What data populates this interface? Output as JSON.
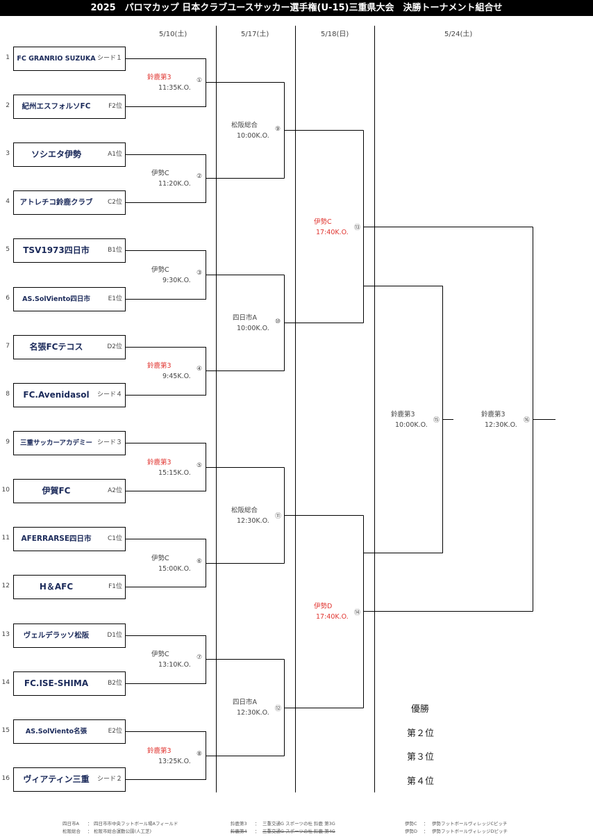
{
  "title": "2025　パロマカップ 日本クラブユースサッカー選手権(U-15)三重県大会　決勝トーナメント組合せ",
  "dates": [
    "5/10(土)",
    "5/17(土)",
    "5/18(日)",
    "5/24(土)"
  ],
  "teams": [
    {
      "no": "1",
      "name": "FC GRANRIO SUZUKA",
      "seed": "シード１"
    },
    {
      "no": "2",
      "name": "紀州エスフォルソFC",
      "seed": "F2位"
    },
    {
      "no": "3",
      "name": "ソシエタ伊勢",
      "seed": "A1位"
    },
    {
      "no": "4",
      "name": "アトレチコ鈴鹿クラブ",
      "seed": "C2位"
    },
    {
      "no": "5",
      "name": "TSV1973四日市",
      "seed": "B1位"
    },
    {
      "no": "6",
      "name": "AS.SolViento四日市",
      "seed": "E1位"
    },
    {
      "no": "7",
      "name": "名張FCテコス",
      "seed": "D2位"
    },
    {
      "no": "8",
      "name": "FC.Avenidasol",
      "seed": "シード４"
    },
    {
      "no": "9",
      "name": "三重サッカーアカデミー",
      "seed": "シード３"
    },
    {
      "no": "10",
      "name": "伊賀FC",
      "seed": "A2位"
    },
    {
      "no": "11",
      "name": "AFERRARSE四日市",
      "seed": "C1位"
    },
    {
      "no": "12",
      "name": "H＆AFC",
      "seed": "F1位"
    },
    {
      "no": "13",
      "name": "ヴェルデラッソ松阪",
      "seed": "D1位"
    },
    {
      "no": "14",
      "name": "FC.ISE-SHIMA",
      "seed": "B2位"
    },
    {
      "no": "15",
      "name": "AS.SolViento名張",
      "seed": "E2位"
    },
    {
      "no": "16",
      "name": "ヴィアティン三重",
      "seed": "シード２"
    }
  ],
  "matches": [
    {
      "num": "①",
      "venue": "鈴鹿第3",
      "time": "11:35K.O."
    },
    {
      "num": "②",
      "venue": "伊勢C",
      "time": "11:20K.O."
    },
    {
      "num": "③",
      "venue": "伊勢C",
      "time": "9:30K.O."
    },
    {
      "num": "④",
      "venue": "鈴鹿第3",
      "time": "9:45K.O."
    },
    {
      "num": "⑤",
      "venue": "鈴鹿第3",
      "time": "15:15K.O."
    },
    {
      "num": "⑥",
      "venue": "伊勢C",
      "time": "15:00K.O."
    },
    {
      "num": "⑦",
      "venue": "伊勢C",
      "time": "13:10K.O."
    },
    {
      "num": "⑧",
      "venue": "鈴鹿第3",
      "time": "13:25K.O."
    },
    {
      "num": "⑨",
      "venue": "松阪総合",
      "time": "10:00K.O."
    },
    {
      "num": "⑩",
      "venue": "四日市A",
      "time": "10:00K.O."
    },
    {
      "num": "⑪",
      "venue": "松阪総合",
      "time": "12:30K.O."
    },
    {
      "num": "⑫",
      "venue": "四日市A",
      "time": "12:30K.O."
    },
    {
      "num": "⑬",
      "venue": "伊勢C",
      "time": "17:40K.O."
    },
    {
      "num": "⑭",
      "venue": "伊勢D",
      "time": "17:40K.O."
    },
    {
      "num": "⑮",
      "venue": "鈴鹿第3",
      "time": "10:00K.O."
    },
    {
      "num": "⑯",
      "venue": "鈴鹿第3",
      "time": "12:30K.O."
    }
  ],
  "placings": [
    "優勝",
    "第２位",
    "第３位",
    "第４位"
  ],
  "legend": [
    {
      "code": "四日市A",
      "sep": "：",
      "place": "四日市市中央フットボール場Aフィールド"
    },
    {
      "code": "松阪総合",
      "sep": "：",
      "place": "松阪市総合運動公園(人工芝)"
    },
    {
      "code": "鈴鹿第3",
      "sep": "：",
      "place": "三重交通G スポーツの杜 鈴鹿 第3G"
    },
    {
      "code": "鈴鹿第4",
      "sep": "：",
      "place": "三重交通G スポーツの杜 鈴鹿 第4G"
    },
    {
      "code": "伊勢C",
      "sep": "：",
      "place": "伊勢フットボールヴィレッジCピッチ"
    },
    {
      "code": "伊勢D",
      "sep": "：",
      "place": "伊勢フットボールヴィレッジDピッチ"
    }
  ],
  "colors": {
    "highlight": "#e0342f",
    "team_text": "#1b2a5a",
    "title_bg": "#000000"
  }
}
